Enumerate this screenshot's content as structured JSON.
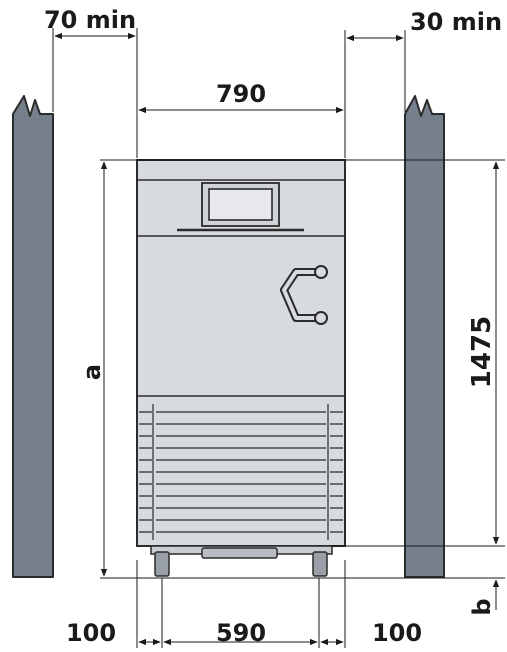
{
  "dimensions": {
    "clearance_left": "70 min",
    "clearance_right": "30 min",
    "width": "790",
    "height_overall": "1475",
    "height_a": "a",
    "foot_b": "b",
    "bottom_left": "100",
    "bottom_center": "590",
    "bottom_right": "100"
  },
  "colors": {
    "wall": "#76808c",
    "cabinet_body": "#d7dadf",
    "outline": "#2b2b2b",
    "dim_line": "#1a1a1a"
  },
  "icons": {
    "handle": "c-shaped-door-handle",
    "wall_break": "zigzag-break-symbol"
  }
}
